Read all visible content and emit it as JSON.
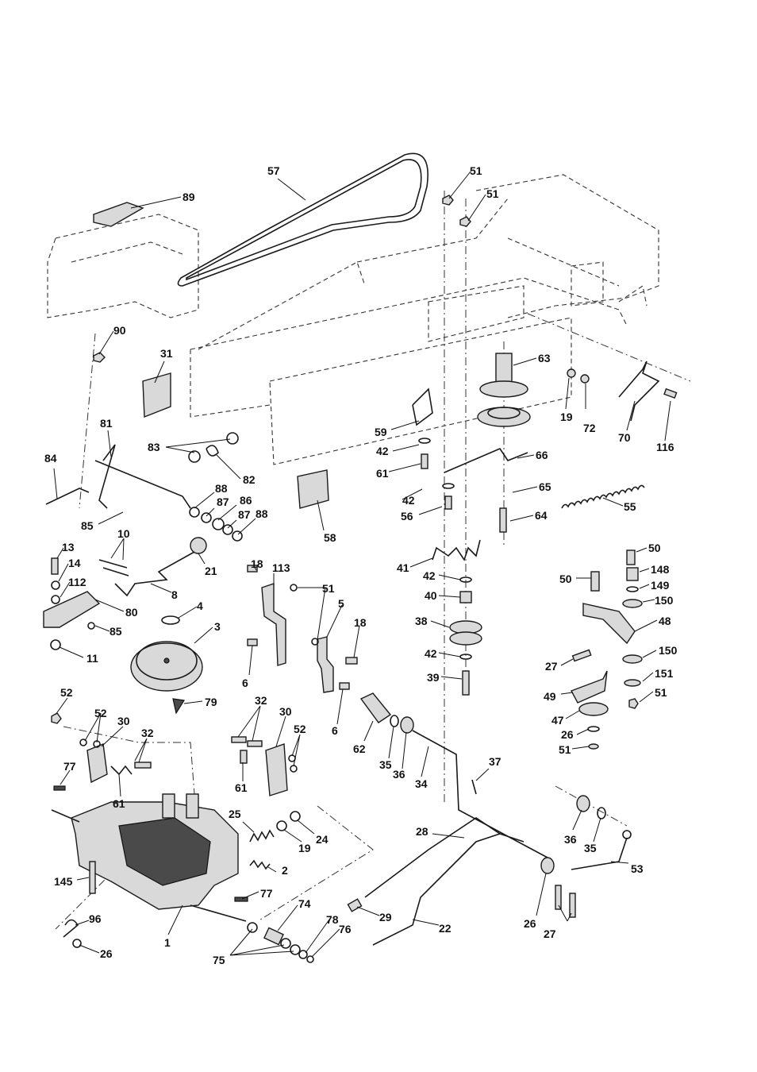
{
  "callouts": [
    {
      "text": "57"
    },
    {
      "text": "51"
    },
    {
      "text": "51"
    },
    {
      "text": "89"
    },
    {
      "text": "90"
    },
    {
      "text": "31"
    },
    {
      "text": "63"
    },
    {
      "text": "19"
    },
    {
      "text": "72"
    },
    {
      "text": "70"
    },
    {
      "text": "116"
    },
    {
      "text": "59"
    },
    {
      "text": "42"
    },
    {
      "text": "61"
    },
    {
      "text": "66"
    },
    {
      "text": "81"
    },
    {
      "text": "83"
    },
    {
      "text": "82"
    },
    {
      "text": "84"
    },
    {
      "text": "88"
    },
    {
      "text": "87"
    },
    {
      "text": "86"
    },
    {
      "text": "87"
    },
    {
      "text": "88"
    },
    {
      "text": "85"
    },
    {
      "text": "10"
    },
    {
      "text": "58"
    },
    {
      "text": "42"
    },
    {
      "text": "56"
    },
    {
      "text": "65"
    },
    {
      "text": "64"
    },
    {
      "text": "55"
    },
    {
      "text": "13"
    },
    {
      "text": "14"
    },
    {
      "text": "112"
    },
    {
      "text": "21"
    },
    {
      "text": "8"
    },
    {
      "text": "80"
    },
    {
      "text": "85"
    },
    {
      "text": "11"
    },
    {
      "text": "4"
    },
    {
      "text": "3"
    },
    {
      "text": "18"
    },
    {
      "text": "113"
    },
    {
      "text": "51"
    },
    {
      "text": "5"
    },
    {
      "text": "18"
    },
    {
      "text": "6"
    },
    {
      "text": "41"
    },
    {
      "text": "42"
    },
    {
      "text": "40"
    },
    {
      "text": "38"
    },
    {
      "text": "42"
    },
    {
      "text": "39"
    },
    {
      "text": "50"
    },
    {
      "text": "50"
    },
    {
      "text": "148"
    },
    {
      "text": "149"
    },
    {
      "text": "150"
    },
    {
      "text": "48"
    },
    {
      "text": "27"
    },
    {
      "text": "150"
    },
    {
      "text": "151"
    },
    {
      "text": "49"
    },
    {
      "text": "51"
    },
    {
      "text": "47"
    },
    {
      "text": "26"
    },
    {
      "text": "51"
    },
    {
      "text": "52"
    },
    {
      "text": "79"
    },
    {
      "text": "52"
    },
    {
      "text": "30"
    },
    {
      "text": "32"
    },
    {
      "text": "32"
    },
    {
      "text": "30"
    },
    {
      "text": "52"
    },
    {
      "text": "6"
    },
    {
      "text": "62"
    },
    {
      "text": "35"
    },
    {
      "text": "36"
    },
    {
      "text": "34"
    },
    {
      "text": "37"
    },
    {
      "text": "77"
    },
    {
      "text": "61"
    },
    {
      "text": "61"
    },
    {
      "text": "25"
    },
    {
      "text": "24"
    },
    {
      "text": "19"
    },
    {
      "text": "28"
    },
    {
      "text": "36"
    },
    {
      "text": "35"
    },
    {
      "text": "53"
    },
    {
      "text": "2"
    },
    {
      "text": "145"
    },
    {
      "text": "77"
    },
    {
      "text": "74"
    },
    {
      "text": "29"
    },
    {
      "text": "22"
    },
    {
      "text": "26"
    },
    {
      "text": "27"
    },
    {
      "text": "96"
    },
    {
      "text": "1"
    },
    {
      "text": "78"
    },
    {
      "text": "76"
    },
    {
      "text": "26"
    },
    {
      "text": "75"
    }
  ]
}
